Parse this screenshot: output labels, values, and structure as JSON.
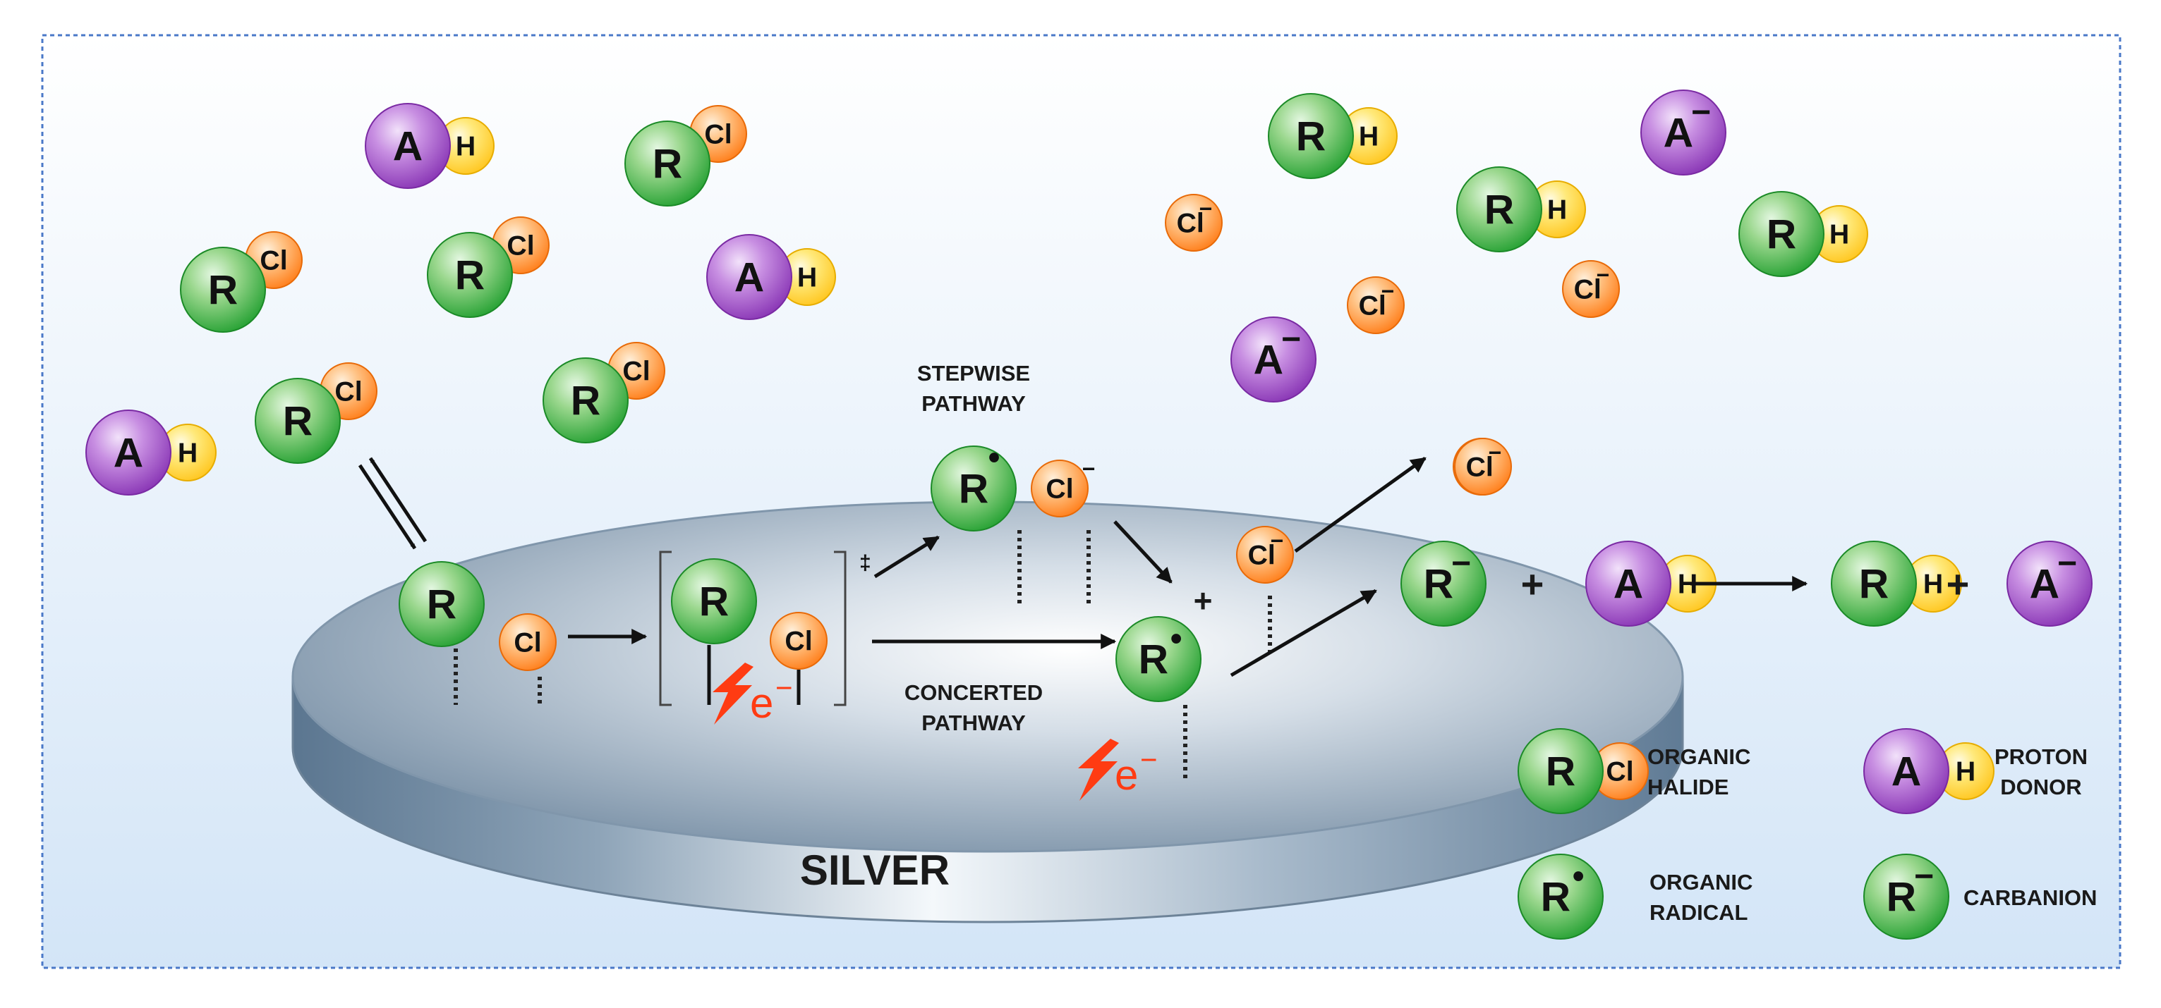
{
  "atoms": {
    "R": "R",
    "Cl": "Cl",
    "A": "A",
    "H": "H",
    "minus": "−",
    "radical_dot": "•",
    "plus": "+",
    "dagger": "‡"
  },
  "surface": {
    "label": "SILVER"
  },
  "pathways": {
    "stepwise": [
      "STEPWISE",
      "PATHWAY"
    ],
    "concerted": [
      "CONCERTED",
      "PATHWAY"
    ]
  },
  "electron": {
    "label": "e",
    "charge": "−"
  },
  "legend": {
    "organic_halide": [
      "ORGANIC",
      "HALIDE"
    ],
    "proton_donor": [
      "PROTON",
      "DONOR"
    ],
    "organic_radical": [
      "ORGANIC",
      "RADICAL"
    ],
    "carbanion": [
      "CARBANION"
    ]
  },
  "colors": {
    "green": "#23a332",
    "orange": "#ff7f1e",
    "purple": "#8a35b5",
    "yellow": "#ffcc22",
    "electron": "#ff3b12",
    "frame": "#4a78c8",
    "background_top": "#ffffff",
    "background_bottom": "#d3e5f7"
  }
}
